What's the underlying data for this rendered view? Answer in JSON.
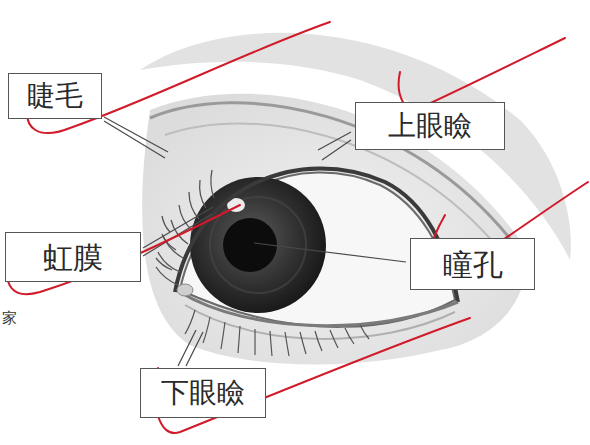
{
  "diagram": {
    "nodes": [
      {
        "text": [
          "睫毛"
        ]
      },
      {
        "text": [
          "上眼瞼"
        ]
      },
      {
        "text": [
          "虹膜"
        ]
      },
      {
        "text": [
          "瞳孔"
        ]
      },
      {
        "text": [
          "下眼瞼"
        ]
      }
    ],
    "labels": [
      "家"
    ]
  }
}
